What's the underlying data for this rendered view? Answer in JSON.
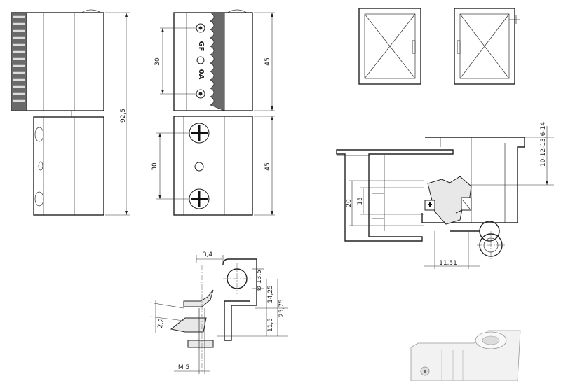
{
  "front_view": {
    "dims": {
      "overall_height": "92,5"
    }
  },
  "side_view": {
    "upper_leaf": {
      "dim_holes": "30",
      "dim_height": "45",
      "mark_top": "GF",
      "mark_bottom": "0A"
    },
    "lower_leaf": {
      "dim_holes": "30",
      "dim_height": "45"
    }
  },
  "windows": {
    "left_label": "",
    "right_label": ""
  },
  "section_view": {
    "dims": {
      "rebate_range": "10-12-13,6-14",
      "dim_20": "20",
      "dim_15": "15",
      "dim_axis": "11,51"
    }
  },
  "detail_view": {
    "dims": {
      "offset": "3,4",
      "diameter": "Ø 13,5",
      "d_14_25": "14,25",
      "d_25_75": "25,75",
      "d_11_5": "11,5",
      "d_2_2": "2,2",
      "thread": "M 5"
    }
  }
}
